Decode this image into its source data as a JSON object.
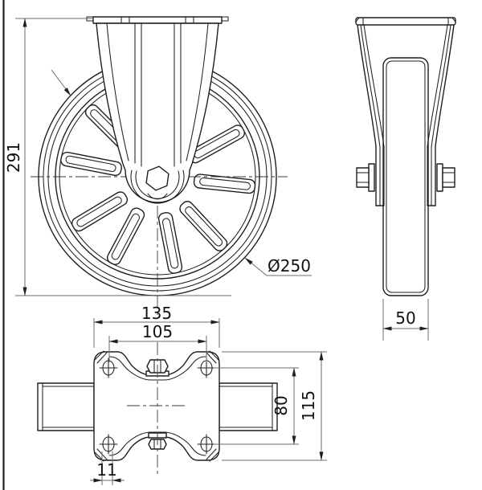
{
  "views": {
    "front": {
      "overall_height": "291",
      "wheel_diameter_label": "Ø250"
    },
    "side": {
      "tread_width": "50"
    },
    "plate": {
      "overall_width": "135",
      "bolt_hole_spacing_width": "105",
      "bolt_hole_spacing_depth": "80",
      "overall_depth": "115",
      "slot_width": "11"
    }
  },
  "colors": {
    "outline": "#1f1f1f",
    "dimension_line": "#6b6b6b",
    "text": "#111111",
    "background": "#ffffff"
  }
}
